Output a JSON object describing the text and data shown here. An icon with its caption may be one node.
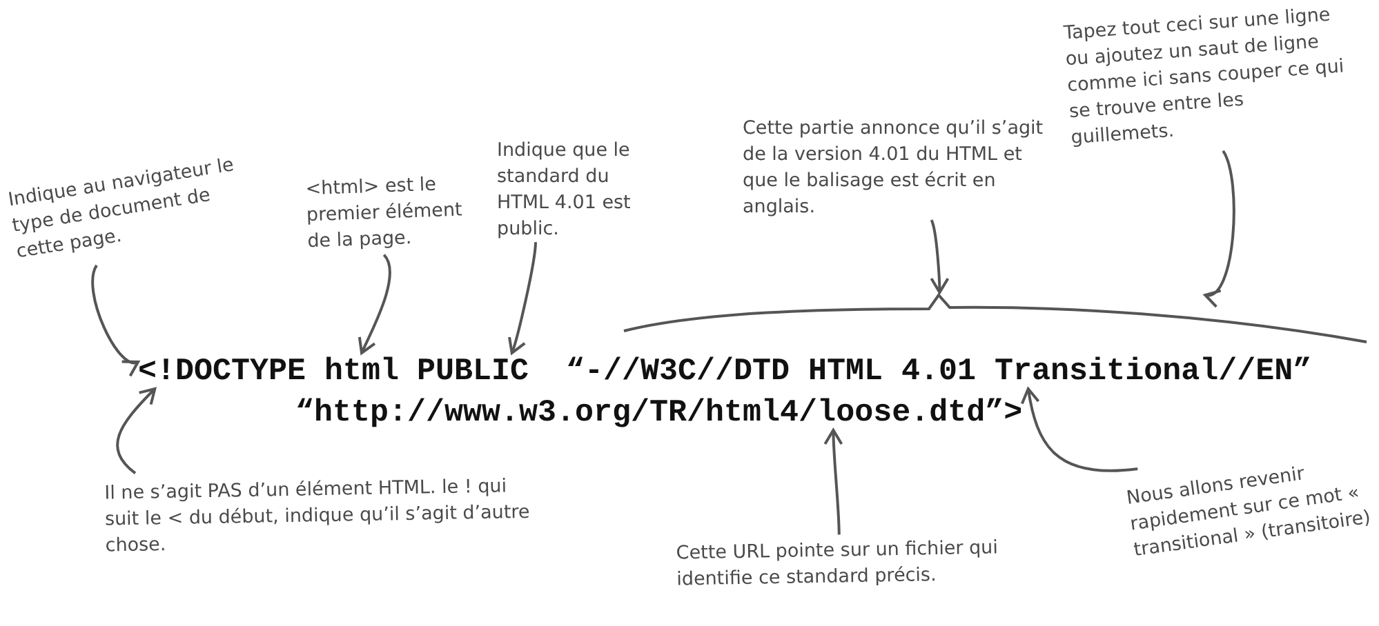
{
  "diagram": {
    "nodes": [
      {
        "text": [
          "Indique au navigateur le type de document de cette page."
        ]
      },
      {
        "text": [
          "<html> est le premier élément de la page."
        ]
      },
      {
        "text": [
          "Indique que le standard du HTML 4.01 est public."
        ]
      },
      {
        "text": [
          "Cette partie annonce qu’il s’agit de la version 4.01 du HTML et que le balisage est écrit en anglais."
        ]
      },
      {
        "text": [
          "Tapez tout ceci sur une ligne ou ajoutez un saut de ligne comme ici sans couper ce qui se trouve entre les guillemets."
        ]
      },
      {
        "text": [],
        "shape": "brace"
      },
      {
        "text": [
          "<!DOCTYPE"
        ]
      },
      {
        "text": [
          "html"
        ]
      },
      {
        "text": [
          "PUBLIC"
        ]
      },
      {
        "text": [
          "“-//W3C//DTD HTML 4.01 Transitional//EN”"
        ]
      },
      {
        "text": [
          "“http://www.w3.org/TR/html4/loose.dtd”>"
        ]
      },
      {
        "text": [
          "Il ne s’agit PAS d’un élément HTML. le ! qui suit le < du début, indique qu’il s’agit d’autre chose."
        ]
      },
      {
        "text": [
          "Cette URL pointe sur un fichier qui identifie ce standard précis."
        ]
      },
      {
        "text": [
          "Nous allons revenir rapidement sur ce mot « transitional » (transitoire)"
        ]
      }
    ],
    "edges": [
      {
        "from": 0,
        "to": 6,
        "arrow": "to"
      },
      {
        "from": 1,
        "to": 7,
        "arrow": "to"
      },
      {
        "from": 2,
        "to": 8,
        "arrow": "to"
      },
      {
        "from": 3,
        "to": 5,
        "arrow": "to"
      },
      {
        "from": 4,
        "to": 5,
        "arrow": "to"
      },
      {
        "from": 11,
        "to": 6,
        "arrow": "to"
      },
      {
        "from": 12,
        "to": 10,
        "arrow": "to"
      },
      {
        "from": 13,
        "to": 9,
        "arrow": "to"
      }
    ]
  }
}
